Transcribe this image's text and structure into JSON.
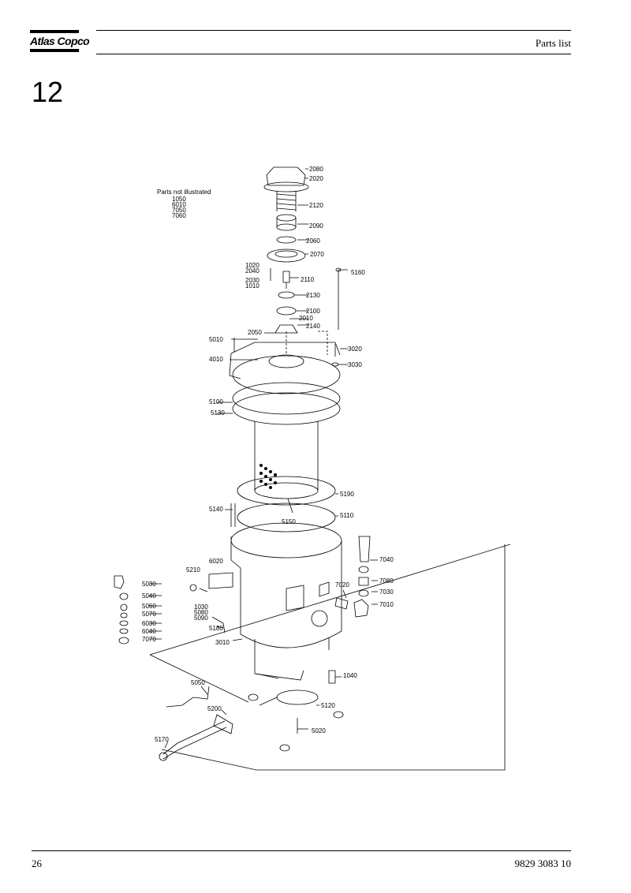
{
  "header": {
    "brand": "Atlas Copco",
    "title": "Parts list",
    "section_number": "12"
  },
  "diagram": {
    "not_illustrated": {
      "heading": "Parts not illustrated",
      "items": [
        "1050",
        "6010",
        "7050",
        "7060"
      ]
    },
    "labels": {
      "p1010": "1010",
      "p1020": "1020",
      "p1030": "1030",
      "p1040": "1040",
      "p2010": "2010",
      "p2020": "2020",
      "p2030": "2030",
      "p2040": "2040",
      "p2050": "2050",
      "p2060": "2060",
      "p2070": "2070",
      "p2080": "2080",
      "p2090": "2090",
      "p2100": "2100",
      "p2110": "2110",
      "p2120": "2120",
      "p2130": "2130",
      "p2140": "2140",
      "p3010": "3010",
      "p3020": "3020",
      "p3030": "3030",
      "p4010": "4010",
      "p5010": "5010",
      "p5020": "5020",
      "p5030": "5030",
      "p5040": "5040",
      "p5050": "5050",
      "p5060": "5060",
      "p5070": "5070",
      "p5080": "5080",
      "p5090": "5090",
      "p5100": "5100",
      "p5110": "5110",
      "p5120": "5120",
      "p5130": "5130",
      "p5140": "5140",
      "p5150": "5150",
      "p5160": "5160",
      "p5170": "5170",
      "p5180": "5180",
      "p5190": "5190",
      "p5200": "5200",
      "p5210": "5210",
      "p6020": "6020",
      "p6030": "6030",
      "p6040": "6040",
      "p7010": "7010",
      "p7020": "7020",
      "p7030": "7030",
      "p7040": "7040",
      "p7070": "7070",
      "p7080": "7080"
    }
  },
  "footer": {
    "page_number": "26",
    "document_number": "9829 3083 10"
  }
}
